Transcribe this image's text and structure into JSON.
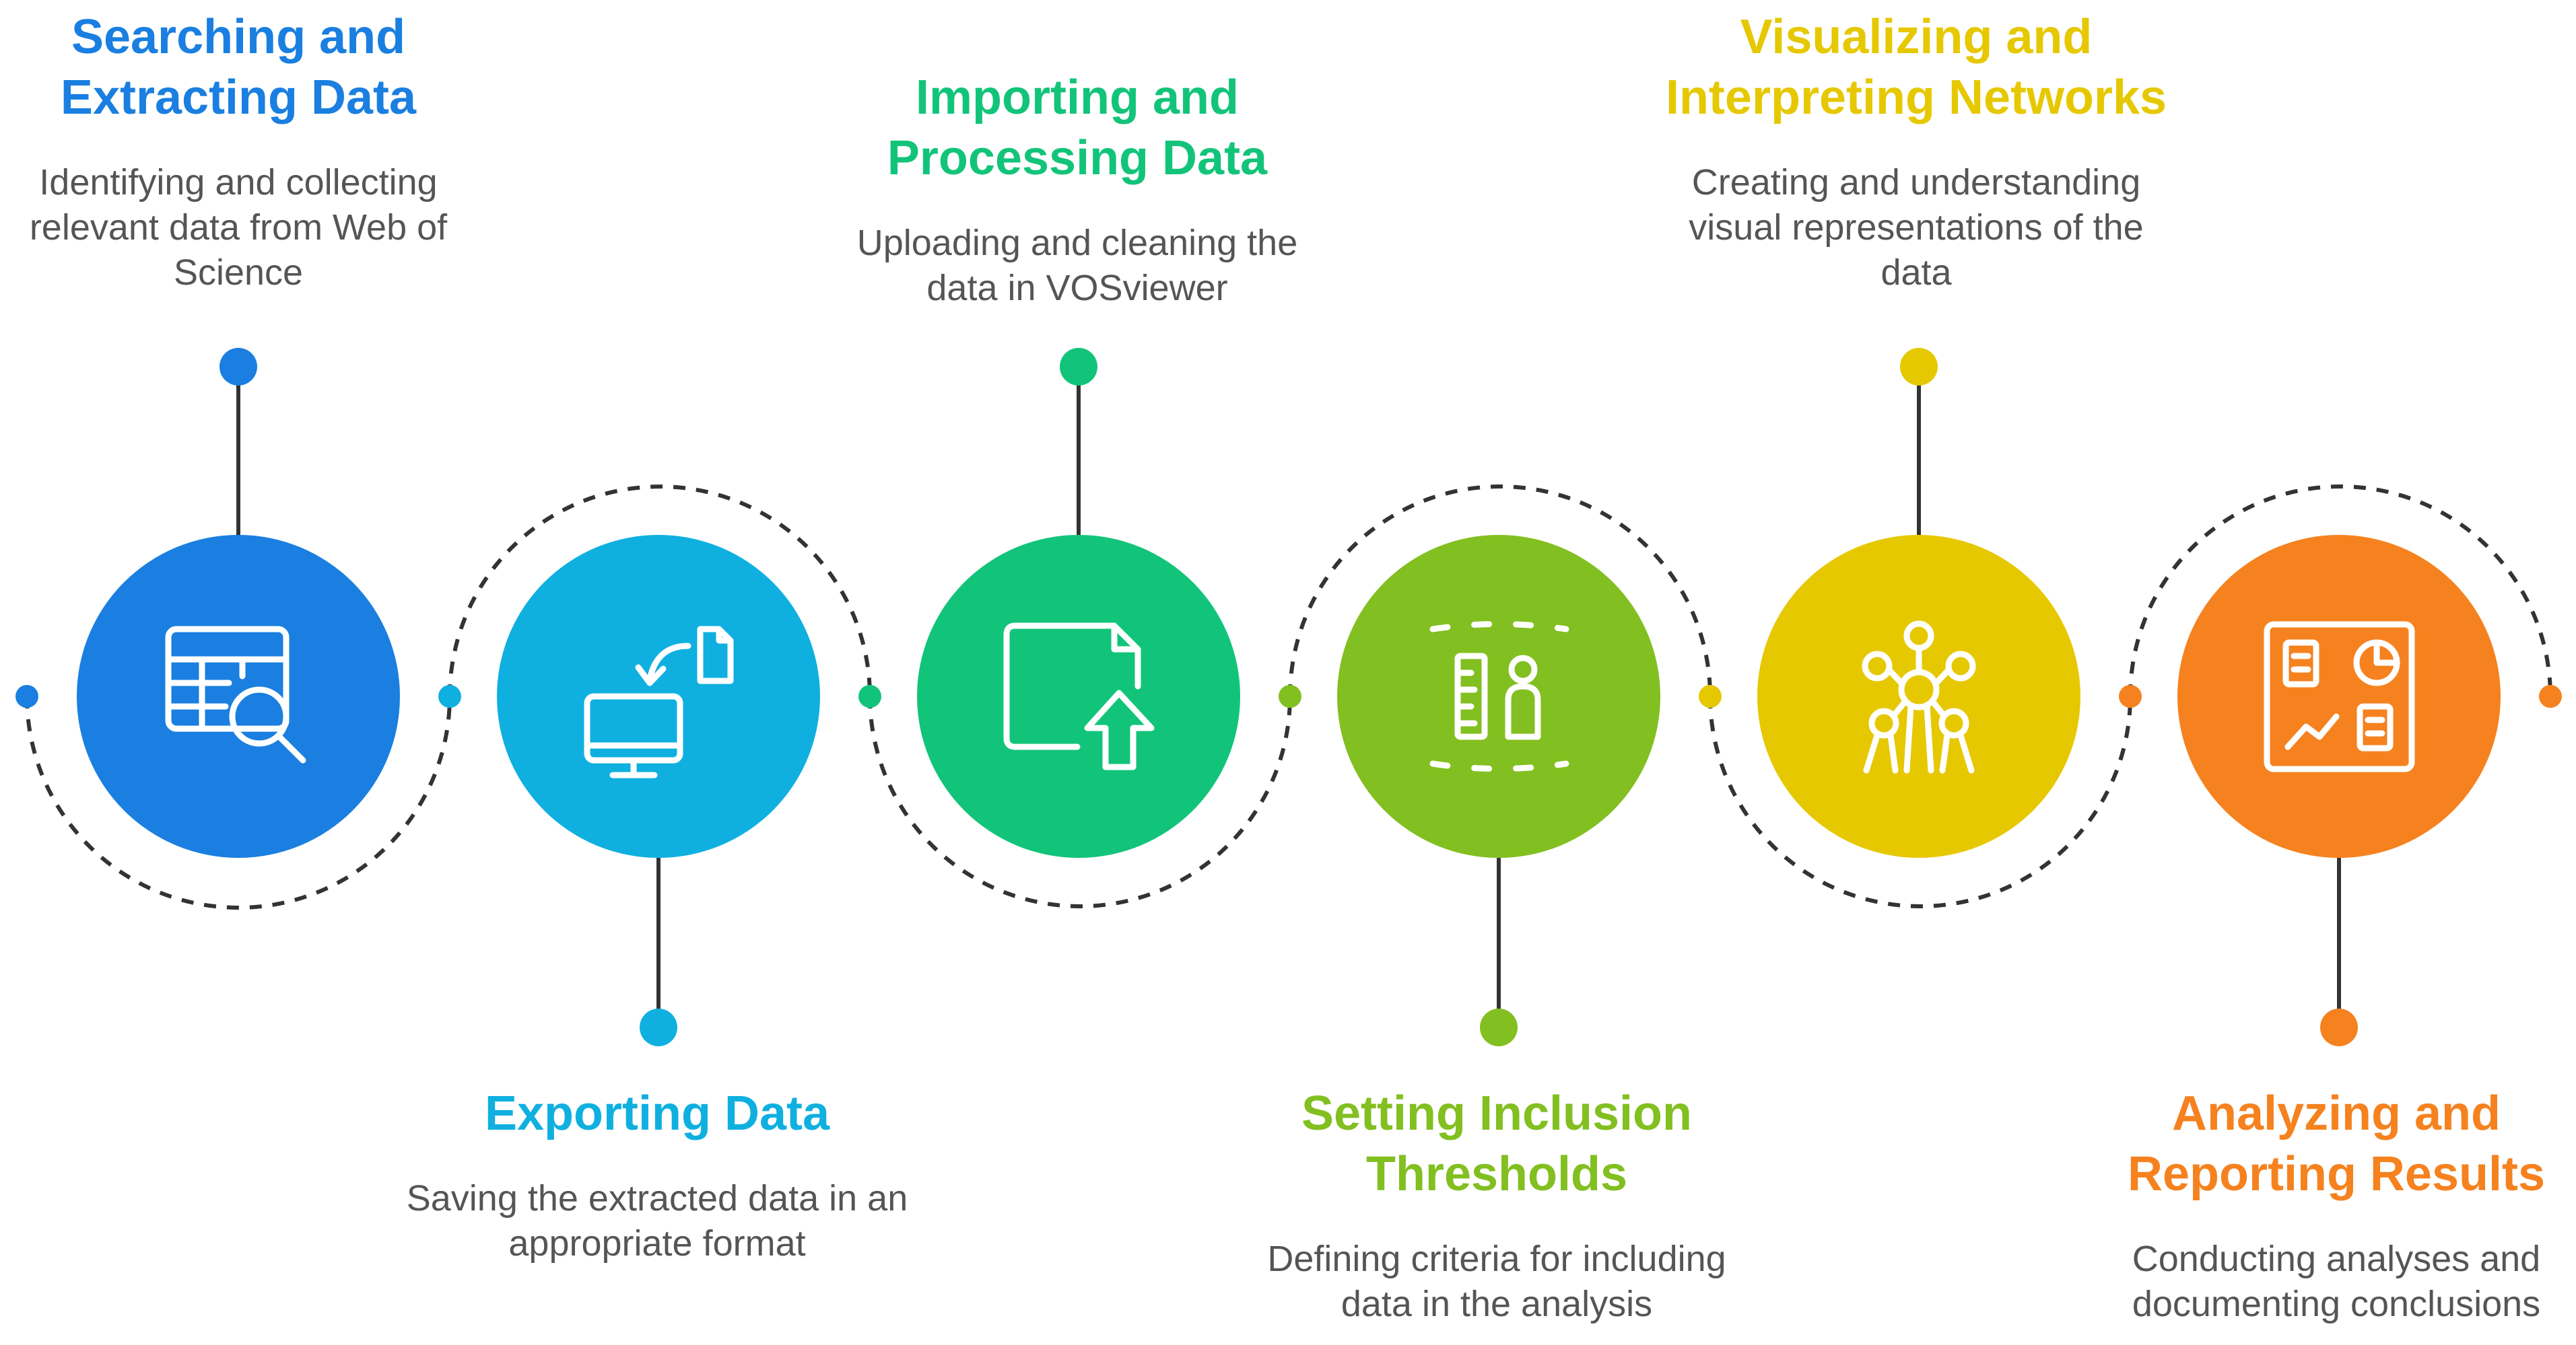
{
  "steps": [
    {
      "title": "Searching and\nExtracting Data",
      "description": "Identifying and collecting\nrelevant data from Web of\nScience",
      "color": "#1a7fe0",
      "icon": "table-search-icon"
    },
    {
      "title": "Exporting Data",
      "description": "Saving the extracted data in an\nappropriate format",
      "color": "#0fb0e0",
      "icon": "monitor-export-icon"
    },
    {
      "title": "Importing and\nProcessing Data",
      "description": "Uploading and cleaning the\ndata in VOSviewer",
      "color": "#12c47a",
      "icon": "file-upload-icon"
    },
    {
      "title": "Setting Inclusion\nThresholds",
      "description": "Defining criteria for including\ndata in the analysis",
      "color": "#82bf20",
      "icon": "ruler-person-icon"
    },
    {
      "title": "Visualizing and\nInterpreting Networks",
      "description": "Creating and understanding\nvisual representations of the\ndata",
      "color": "#e6c800",
      "icon": "network-structure-icon"
    },
    {
      "title": "Analyzing and\nReporting Results",
      "description": "Conducting analyses and\ndocumenting conclusions",
      "color": "#f5821f",
      "icon": "dashboard-report-icon"
    }
  ],
  "connector_color": "#333333"
}
